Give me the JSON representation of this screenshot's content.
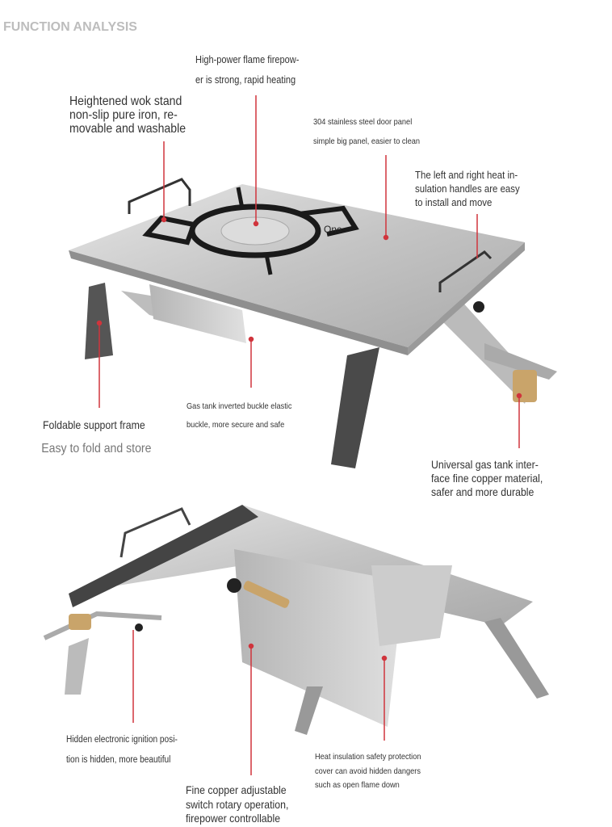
{
  "title": "FUNCTION ANALYSIS",
  "product_label": "One",
  "colors": {
    "callout_line": "#d0343c",
    "title": "#bdbdbd",
    "text": "#333333",
    "steel": "#c9c9c9"
  },
  "callouts": {
    "flame": [
      "High-power flame firepow-",
      "er is strong, rapid heating"
    ],
    "wok_stand": [
      "Heightened wok stand",
      "non-slip pure iron, re-",
      "movable and washable"
    ],
    "panel": [
      "304 stainless steel door panel",
      "simple big panel, easier to clean"
    ],
    "handles": [
      "The left and right heat in-",
      "sulation handles are easy",
      "to install and move"
    ],
    "frame": [
      "Foldable support frame",
      "Easy to fold and store"
    ],
    "buckle": [
      "Gas tank inverted buckle elastic",
      "buckle, more secure and safe"
    ],
    "gas_interface": [
      "Universal gas tank inter-",
      "face fine copper material,",
      "safer and more durable"
    ],
    "ignition": [
      "Hidden electronic ignition posi-",
      "tion is hidden, more beautiful"
    ],
    "cover": [
      "Heat insulation safety protection",
      "cover can avoid hidden dangers",
      "such as open flame down"
    ],
    "copper_switch": [
      "Fine copper adjustable",
      "switch rotary operation,",
      "firepower controllable"
    ]
  }
}
